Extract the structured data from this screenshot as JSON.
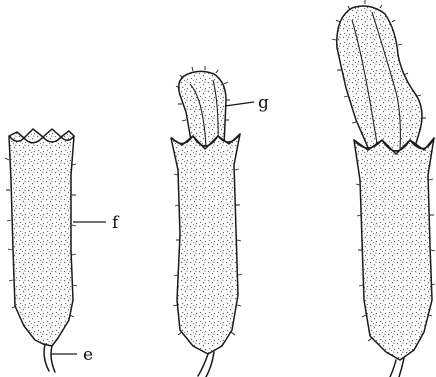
{
  "figure": {
    "labels": {
      "e": "e",
      "f": "f",
      "g": "g"
    },
    "style": {
      "ink": "#1a1a1a",
      "paper": "#ffffff"
    }
  }
}
